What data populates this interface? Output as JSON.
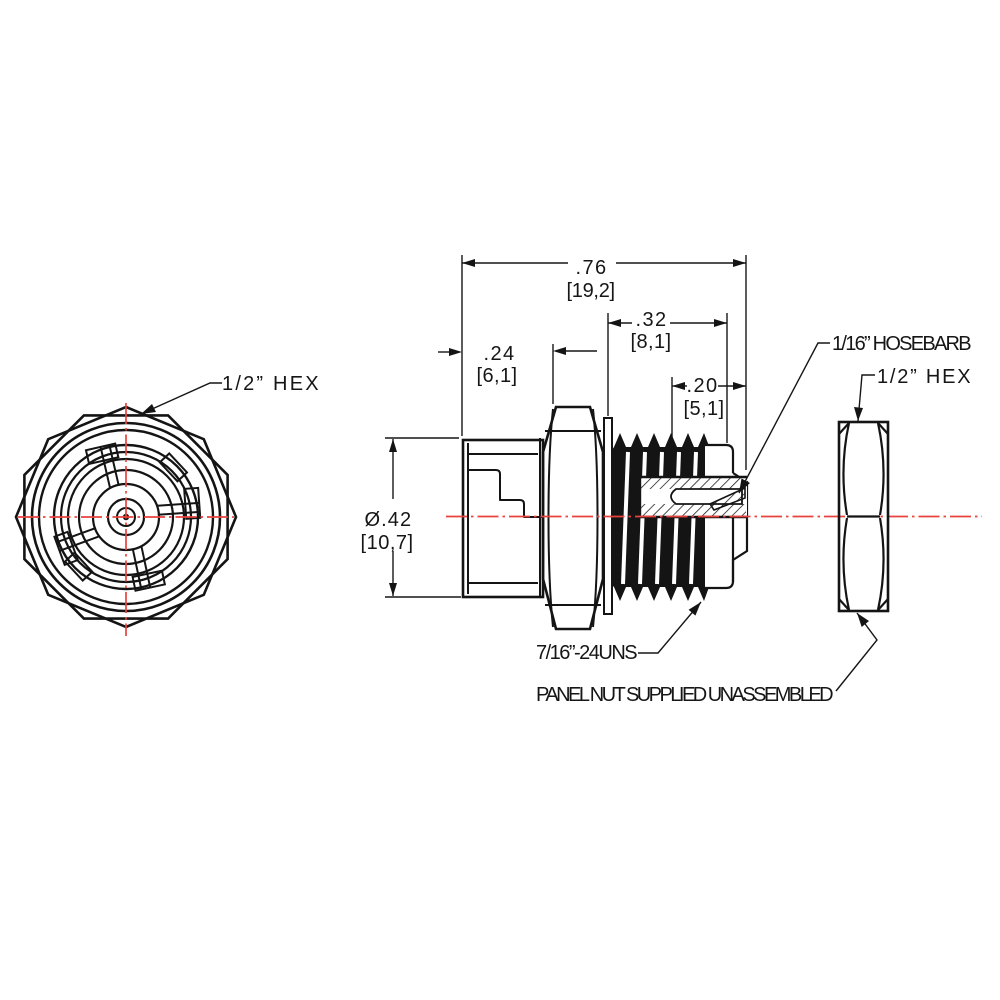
{
  "callouts": {
    "hex_left": "1/2” HEX",
    "hex_right": "1/2” HEX",
    "hosebarb": "1/16” HOSEBARB",
    "thread_spec": "7/16”-24UNS",
    "panel_nut_note": "PANEL NUT SUPPLIED UNASSEMBLED"
  },
  "dimensions": {
    "overall": {
      "inch": ".76",
      "mm": "[19,2]"
    },
    "thread": {
      "inch": ".32",
      "mm": "[8,1]"
    },
    "coupling": {
      "inch": ".24",
      "mm": "[6,1]"
    },
    "barb": {
      "inch": ".20",
      "mm": "[5,1]"
    },
    "diameter": {
      "inch": "Ø.42",
      "mm": "[10,7]"
    }
  },
  "colors": {
    "line": "#141414",
    "centerline": "#e8423c",
    "background": "#ffffff"
  }
}
